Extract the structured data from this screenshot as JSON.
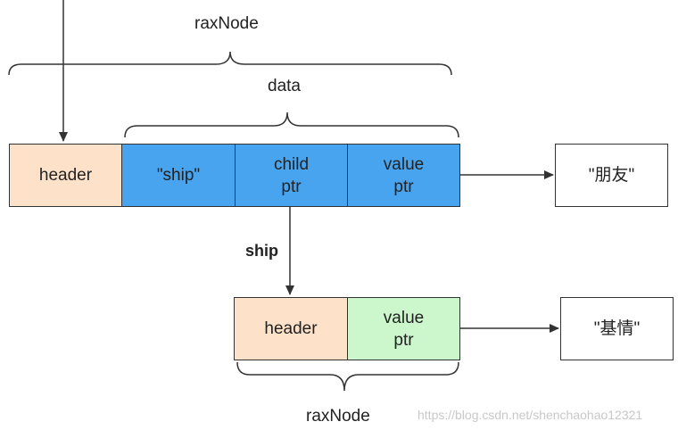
{
  "top_label": "raxNode",
  "data_label": "data",
  "ship_edge_label": "ship",
  "bottom_label": "raxNode",
  "top_node": {
    "header": "header",
    "key": "\"ship\"",
    "child_ptr": [
      "child",
      "ptr"
    ],
    "value_ptr": [
      "value",
      "ptr"
    ]
  },
  "top_value": "\"朋友\"",
  "bottom_node": {
    "header": "header",
    "value_ptr": [
      "value",
      "ptr"
    ]
  },
  "bottom_value": "\"基情\"",
  "watermark": "https://blog.csdn.net/shenchaohao12321",
  "colors": {
    "header": "#fde2c9",
    "data_cells": "#48a4ef",
    "value_ptr_bottom": "#ccf7cc",
    "stroke": "#333333"
  }
}
